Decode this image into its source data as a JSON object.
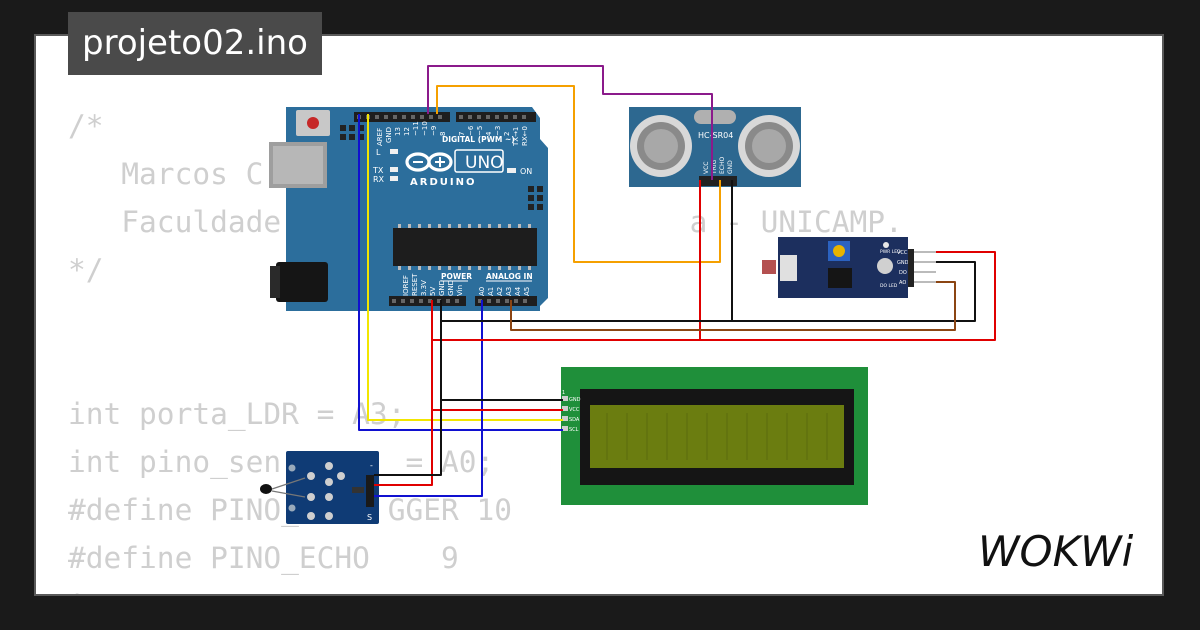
{
  "project": {
    "filename": "projeto02.ino"
  },
  "code_lines": [
    "/*",
    "   Marcos C",
    "   Faculdade                       a - UNICAMP.",
    "*/",
    "",
    "",
    "int porta_LDR = A3;",
    "int pino_sen       = A0;",
    "#define PINO_     GGER 10",
    "#define PINO_ECHO    9",
    "int"
  ],
  "arduino": {
    "model": "UNO",
    "brand": "ARDUINO",
    "header_digital": "DIGITAL (PWM ~)",
    "header_power": "POWER",
    "header_analog": "ANALOG IN",
    "label_l": "L",
    "label_tx": "TX",
    "label_rx": "RX",
    "label_on": "ON",
    "label_aref": "AREF",
    "label_gnd": "GND",
    "label_tx1": "TX→1",
    "label_rx0": "RX←0",
    "label_ioref": "IOREF",
    "label_reset": "RESET",
    "label_33v": "3.3V",
    "label_5v": "5V",
    "label_vin": "Vin",
    "pins_digital": [
      "13",
      "12",
      "~11",
      "~10",
      "~9",
      "8",
      "7",
      "~6",
      "~5",
      "4",
      "~3",
      "2"
    ],
    "pins_analog": [
      "A0",
      "A1",
      "A2",
      "A3",
      "A4",
      "A5"
    ]
  },
  "ultrasonic": {
    "model": "HC-SR04",
    "pins": [
      "VCC",
      "TRIG",
      "ECHO",
      "GND"
    ]
  },
  "ldr_module": {
    "led_pwr": "PWR LED",
    "led_do": "DO LED",
    "pins": [
      "VCC",
      "GND",
      "DO",
      "AO"
    ]
  },
  "lcd": {
    "pin_one": "1",
    "pins": [
      "GND",
      "VCC",
      "SDA",
      "SCL"
    ]
  },
  "temp_module": {
    "pin_s": "S",
    "pin_minus": "-"
  },
  "brand_logo": "WOKWi",
  "colors": {
    "wire_purple": "#8b1a8b",
    "wire_orange": "#f5a000",
    "wire_yellow": "#f2e600",
    "wire_blue": "#1010d0",
    "wire_red": "#e00000",
    "wire_black": "#111111",
    "wire_brown": "#8b4513",
    "board_blue": "#2c6e9c",
    "lcd_green": "#1f8f3a",
    "lcd_screen": "#6b7d10"
  }
}
